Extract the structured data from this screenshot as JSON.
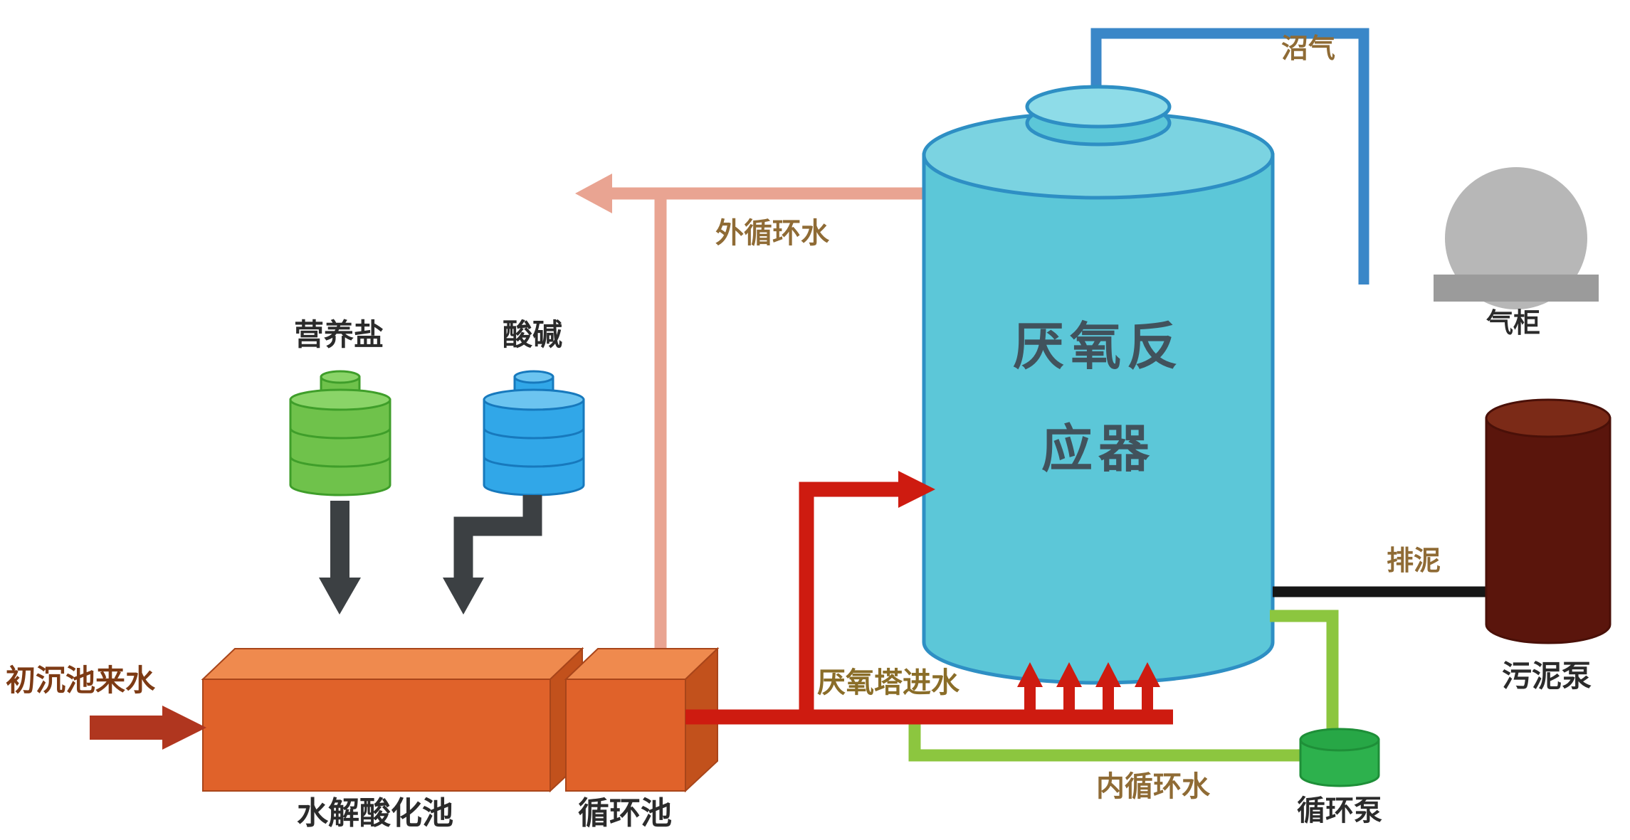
{
  "diagram": {
    "type": "process-flow-diagram",
    "subject": "anaerobic-wastewater-treatment",
    "labels": {
      "biogas": "沼气",
      "gas_holder": "气柜",
      "reactor_line1": "厌氧反",
      "reactor_line2": "应器",
      "external_circulation": "外循环水",
      "nutrients": "营养盐",
      "acid_alkali": "酸碱",
      "primary_inlet": "初沉池来水",
      "hydrolysis_tank": "水解酸化池",
      "circulation_tank": "循环池",
      "anaerobic_inlet": "厌氧塔进水",
      "internal_circulation": "内循环水",
      "circulation_pump": "循环泵",
      "sludge_discharge": "排泥",
      "sludge_pump": "污泥泵"
    },
    "colors": {
      "reactor_fill": "#5cc7d8",
      "reactor_top": "#7bd3e1",
      "reactor_cap": "#8edce8",
      "reactor_outline": "#2e8fc4",
      "pipe_biogas_blue": "#3a87c8",
      "pipe_external_salmon": "#e9a492",
      "pipe_inlet_red": "#ce1b10",
      "pipe_internal_green": "#8cc63f",
      "pipe_sludge_black": "#161616",
      "box_orange_front": "#e0622a",
      "box_orange_top": "#ef8a4e",
      "box_orange_side": "#c2511c",
      "dose_tank_green": "#6fc24b",
      "dose_tank_green_light": "#8ad468",
      "dose_tank_blue": "#31a7e8",
      "dose_tank_blue_light": "#6cc4f0",
      "gas_holder_dome": "#b7b7b7",
      "gas_holder_base": "#9b9b9b",
      "sludge_tank_body": "#5a150c",
      "sludge_tank_top": "#7b2a17",
      "pump_green": "#2db14d",
      "dark_arrow": "#3c4043",
      "inlet_arrow_red": "#b0361f",
      "label_brown": "#8f6b35",
      "label_dark": "#2b2b2b",
      "reactor_text": "#41525c"
    }
  }
}
